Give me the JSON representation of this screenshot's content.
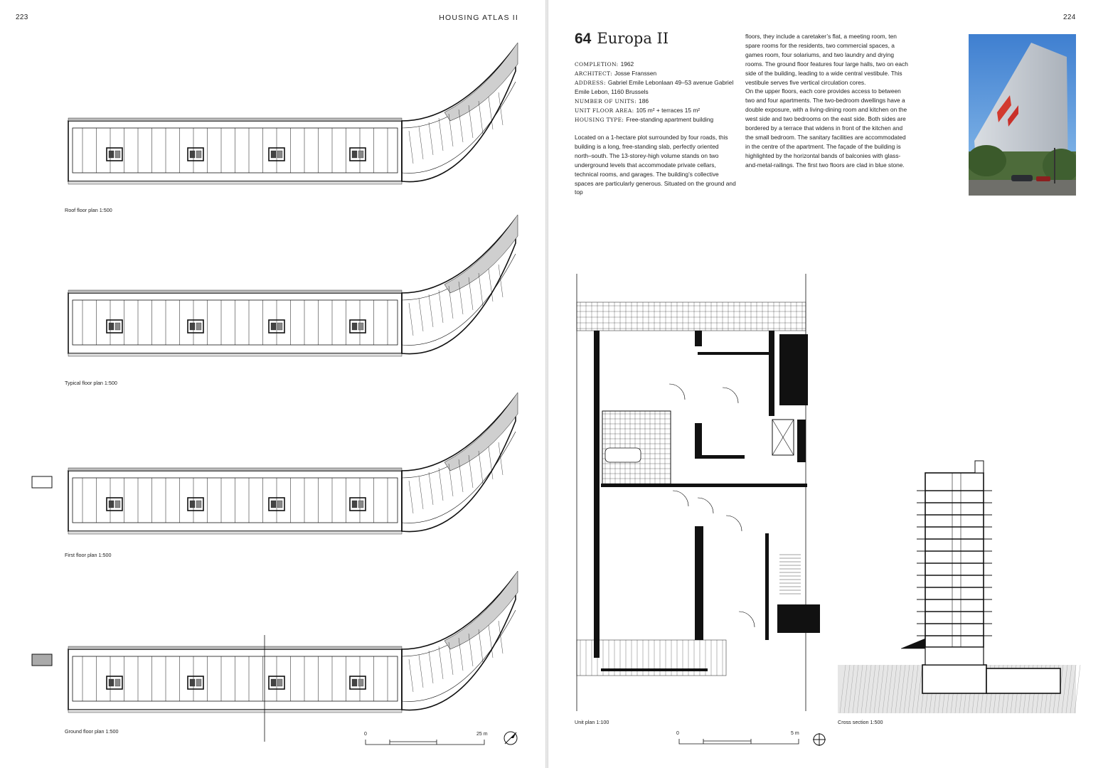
{
  "left_page": {
    "page_number": "223",
    "header": "HOUSING ATLAS II",
    "captions": {
      "roof": "Roof floor plan 1:500",
      "typical": "Typical floor plan 1:500",
      "first": "First floor plan 1:500",
      "ground": "Ground floor plan 1:500"
    },
    "scale_start": "0",
    "scale_end": "25 m"
  },
  "right_page": {
    "page_number": "224",
    "project_number": "64",
    "project_name": "Europa II",
    "facts": [
      {
        "key": "COMPLETION:",
        "value": "1962"
      },
      {
        "key": "ARCHITECT:",
        "value": "Josse Franssen"
      },
      {
        "key": "ADDRESS:",
        "value": "Gabriel Emile Lebonlaan 49–53 avenue Gabriel Emile Lebon, 1160 Brussels"
      },
      {
        "key": "NUMBER OF UNITS:",
        "value": "186"
      },
      {
        "key": "UNIT FLOOR AREA:",
        "value": "105 m² + terraces 15 m²"
      },
      {
        "key": "HOUSING TYPE:",
        "value": "Free-standing apartment building"
      }
    ],
    "text_col1": "Located on a 1-hectare plot surrounded by four roads, this building is a long, free-standing slab, perfectly oriented north–south. The 13-storey-high volume stands on two underground levels that accommodate private cellars, technical rooms, and garages. The building’s collective spaces are particularly generous. Situated on the ground and top",
    "text_col2_p1": "floors, they include a caretaker’s flat, a meeting room, ten spare rooms for the residents, two commercial spaces, a games room, four solariums, and two laundry and drying rooms. The ground floor features four large halls, two on each side of the building, leading to a wide central vestibule. This vestibule serves five vertical circulation cores.",
    "text_col2_p2": "On the upper floors, each core provides access to between two and four apartments. The two-bedroom dwellings have a double exposure, with a living-dining room and kitchen on the west side and two bedrooms on the east side. Both sides are bordered by a terrace that widens in front of the kitchen and the small bedroom. The sanitary facilities are accommodated in the centre of the apartment. The façade of the building is highlighted by the horizontal bands of balconies with glass-and-metal-railings. The first two floors are clad in blue stone.",
    "captions": {
      "unit": "Unit plan 1:100",
      "section": "Cross section 1:500"
    },
    "scale_start": "0",
    "scale_end": "5 m"
  }
}
